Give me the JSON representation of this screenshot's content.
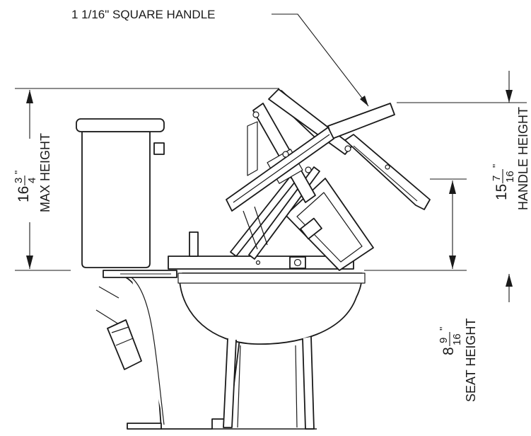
{
  "diagram": {
    "callout_handle": "1 1/16\" SQUARE HANDLE",
    "max_height": {
      "label": "MAX HEIGHT",
      "whole": "16",
      "numerator": "3",
      "denominator": "4",
      "unit": "\""
    },
    "handle_height": {
      "label": "HANDLE HEIGHT",
      "whole": "15",
      "numerator": "7",
      "denominator": "16",
      "unit": "\""
    },
    "seat_height": {
      "label": "SEAT HEIGHT",
      "whole": "8",
      "numerator": "9",
      "denominator": "16",
      "unit": "\""
    }
  }
}
